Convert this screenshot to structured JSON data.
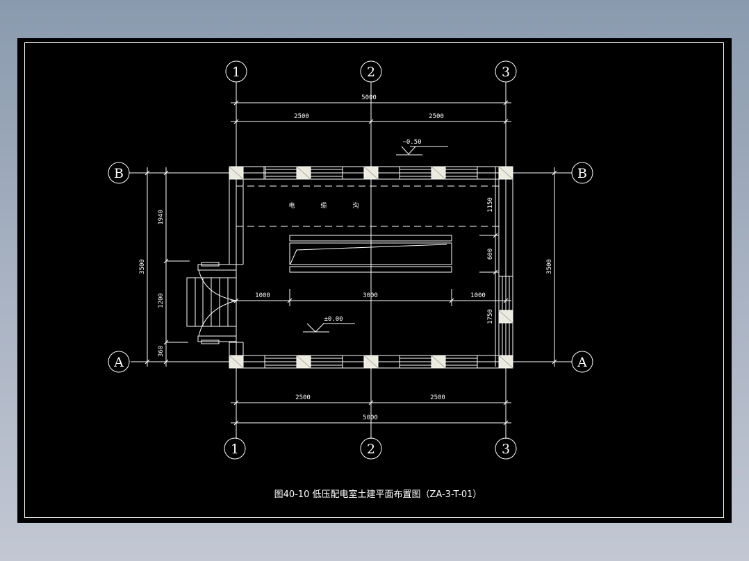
{
  "drawing": {
    "title": "图40-10  低压配电室土建平面布置图（ZA-3-T-01）",
    "background_color": "#000000",
    "line_color": "#ffffff",
    "column_fill": "#ecebdf"
  },
  "axes": {
    "vertical": [
      {
        "label": "1"
      },
      {
        "label": "2"
      },
      {
        "label": "3"
      }
    ],
    "horizontal": [
      {
        "label": "B"
      },
      {
        "label": "A"
      }
    ]
  },
  "dimensions": {
    "top_total": "5000",
    "top_left": "2500",
    "top_right": "2500",
    "bottom_left": "2500",
    "bottom_right": "2500",
    "bottom_total": "5000",
    "left_total": "3500",
    "left_top": "1940",
    "left_mid": "1200",
    "left_bottom": "360",
    "right_total": "3500",
    "right_top": "1150",
    "right_mid": "600",
    "right_bottom": "1750",
    "inner_left": "1000",
    "inner_mid": "3000",
    "inner_right": "1000"
  },
  "levels": {
    "outside": "−0.50",
    "inside": "±0.00"
  },
  "labels": {
    "cable_trench": [
      "电",
      "缆",
      "沟"
    ]
  }
}
